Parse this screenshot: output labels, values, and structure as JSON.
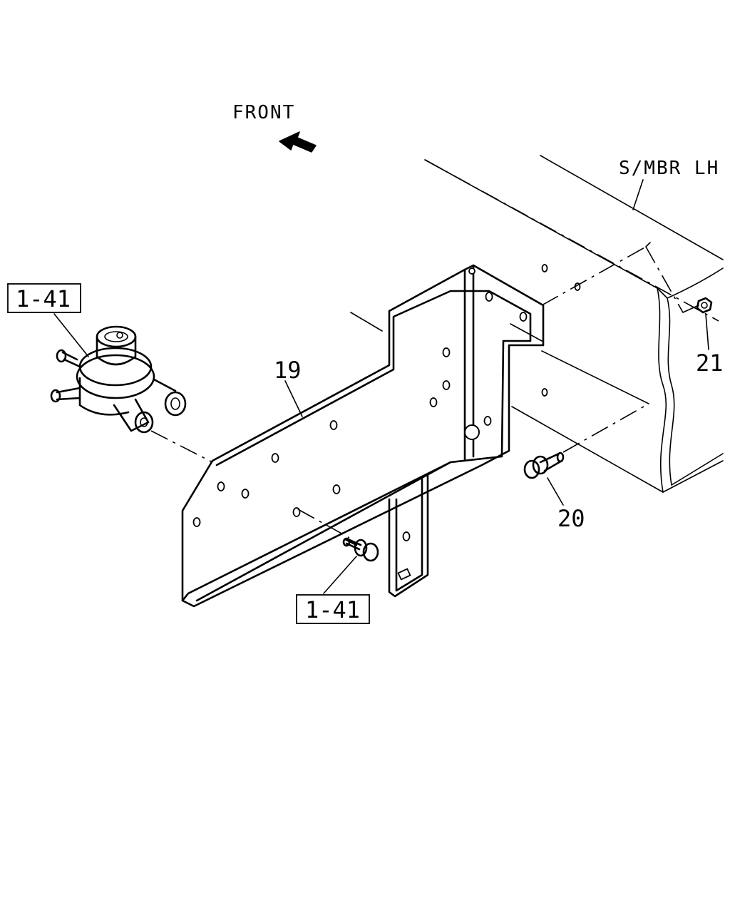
{
  "labels": {
    "front": "FRONT",
    "side_member": "S/MBR LH",
    "ref_top": "1-41",
    "ref_bottom": "1-41",
    "part_bracket": "19",
    "part_bolt": "20",
    "part_nut": "21"
  },
  "icons": {
    "front_arrow": "arrow-up-left-icon"
  }
}
